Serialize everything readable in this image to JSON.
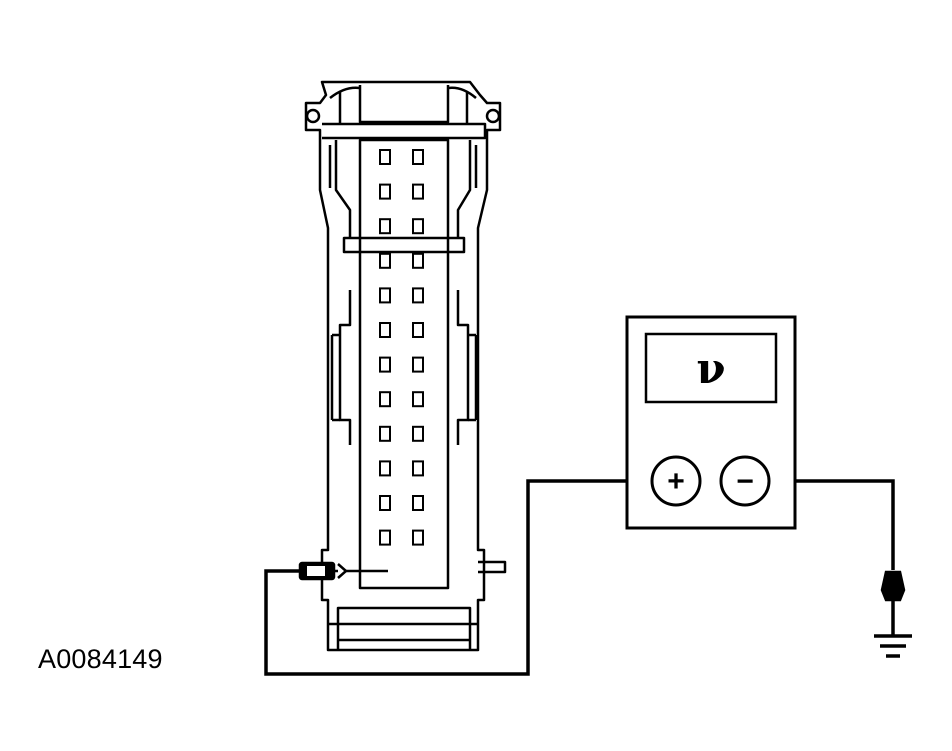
{
  "figure": {
    "reference_id": "A0084149"
  },
  "meter": {
    "display_text": "ν",
    "positive_symbol": "+",
    "negative_symbol": "−"
  },
  "connector": {
    "pin_rows": 12,
    "pin_columns": 2,
    "probed_pin": {
      "row": 12,
      "column": 1
    }
  },
  "icons": {
    "ground": "ground-symbol-icon",
    "probe": "test-probe-icon"
  },
  "colors": {
    "line": "#000000",
    "background": "#ffffff"
  }
}
